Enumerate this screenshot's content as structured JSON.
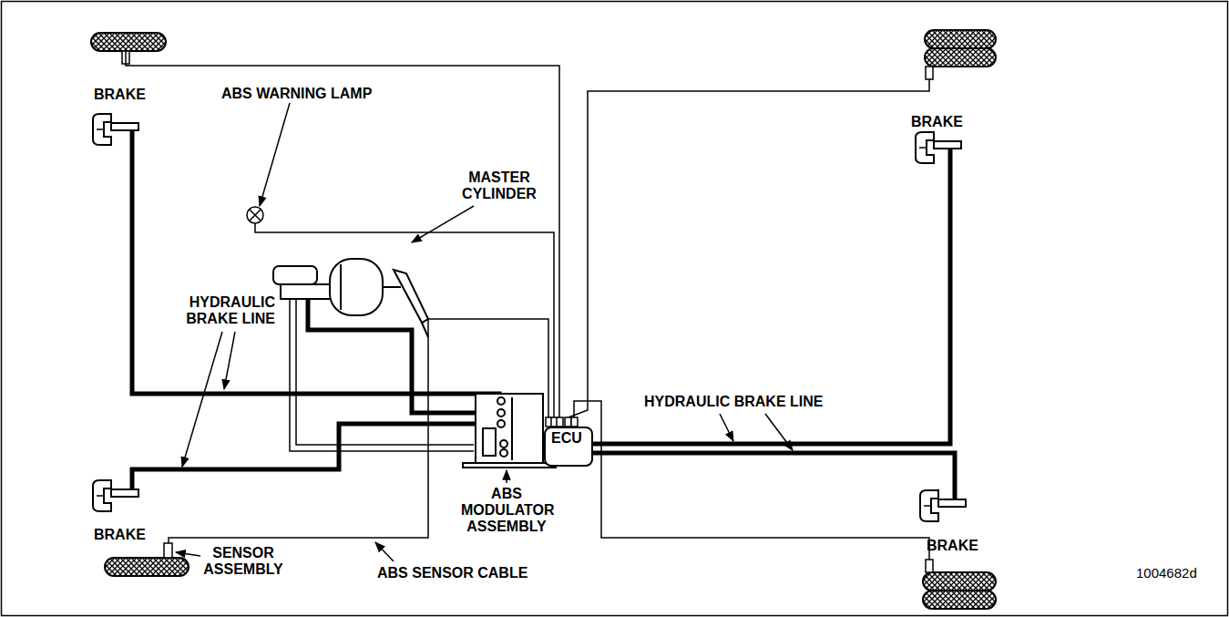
{
  "diagram": {
    "nodes": [
      {
        "text": [
          "ECU"
        ]
      }
    ],
    "labels": [
      "BRAKE",
      "ABS WARNING LAMP",
      "MASTER CYLINDER",
      "HYDRAULIC BRAKE LINE",
      "HYDRAULIC BRAKE LINE",
      "BRAKE",
      "BRAKE",
      "BRAKE",
      "ABS MODULATOR ASSEMBLY",
      "SENSOR ASSEMBLY",
      "ABS SENSOR CABLE",
      "1004682d"
    ]
  }
}
